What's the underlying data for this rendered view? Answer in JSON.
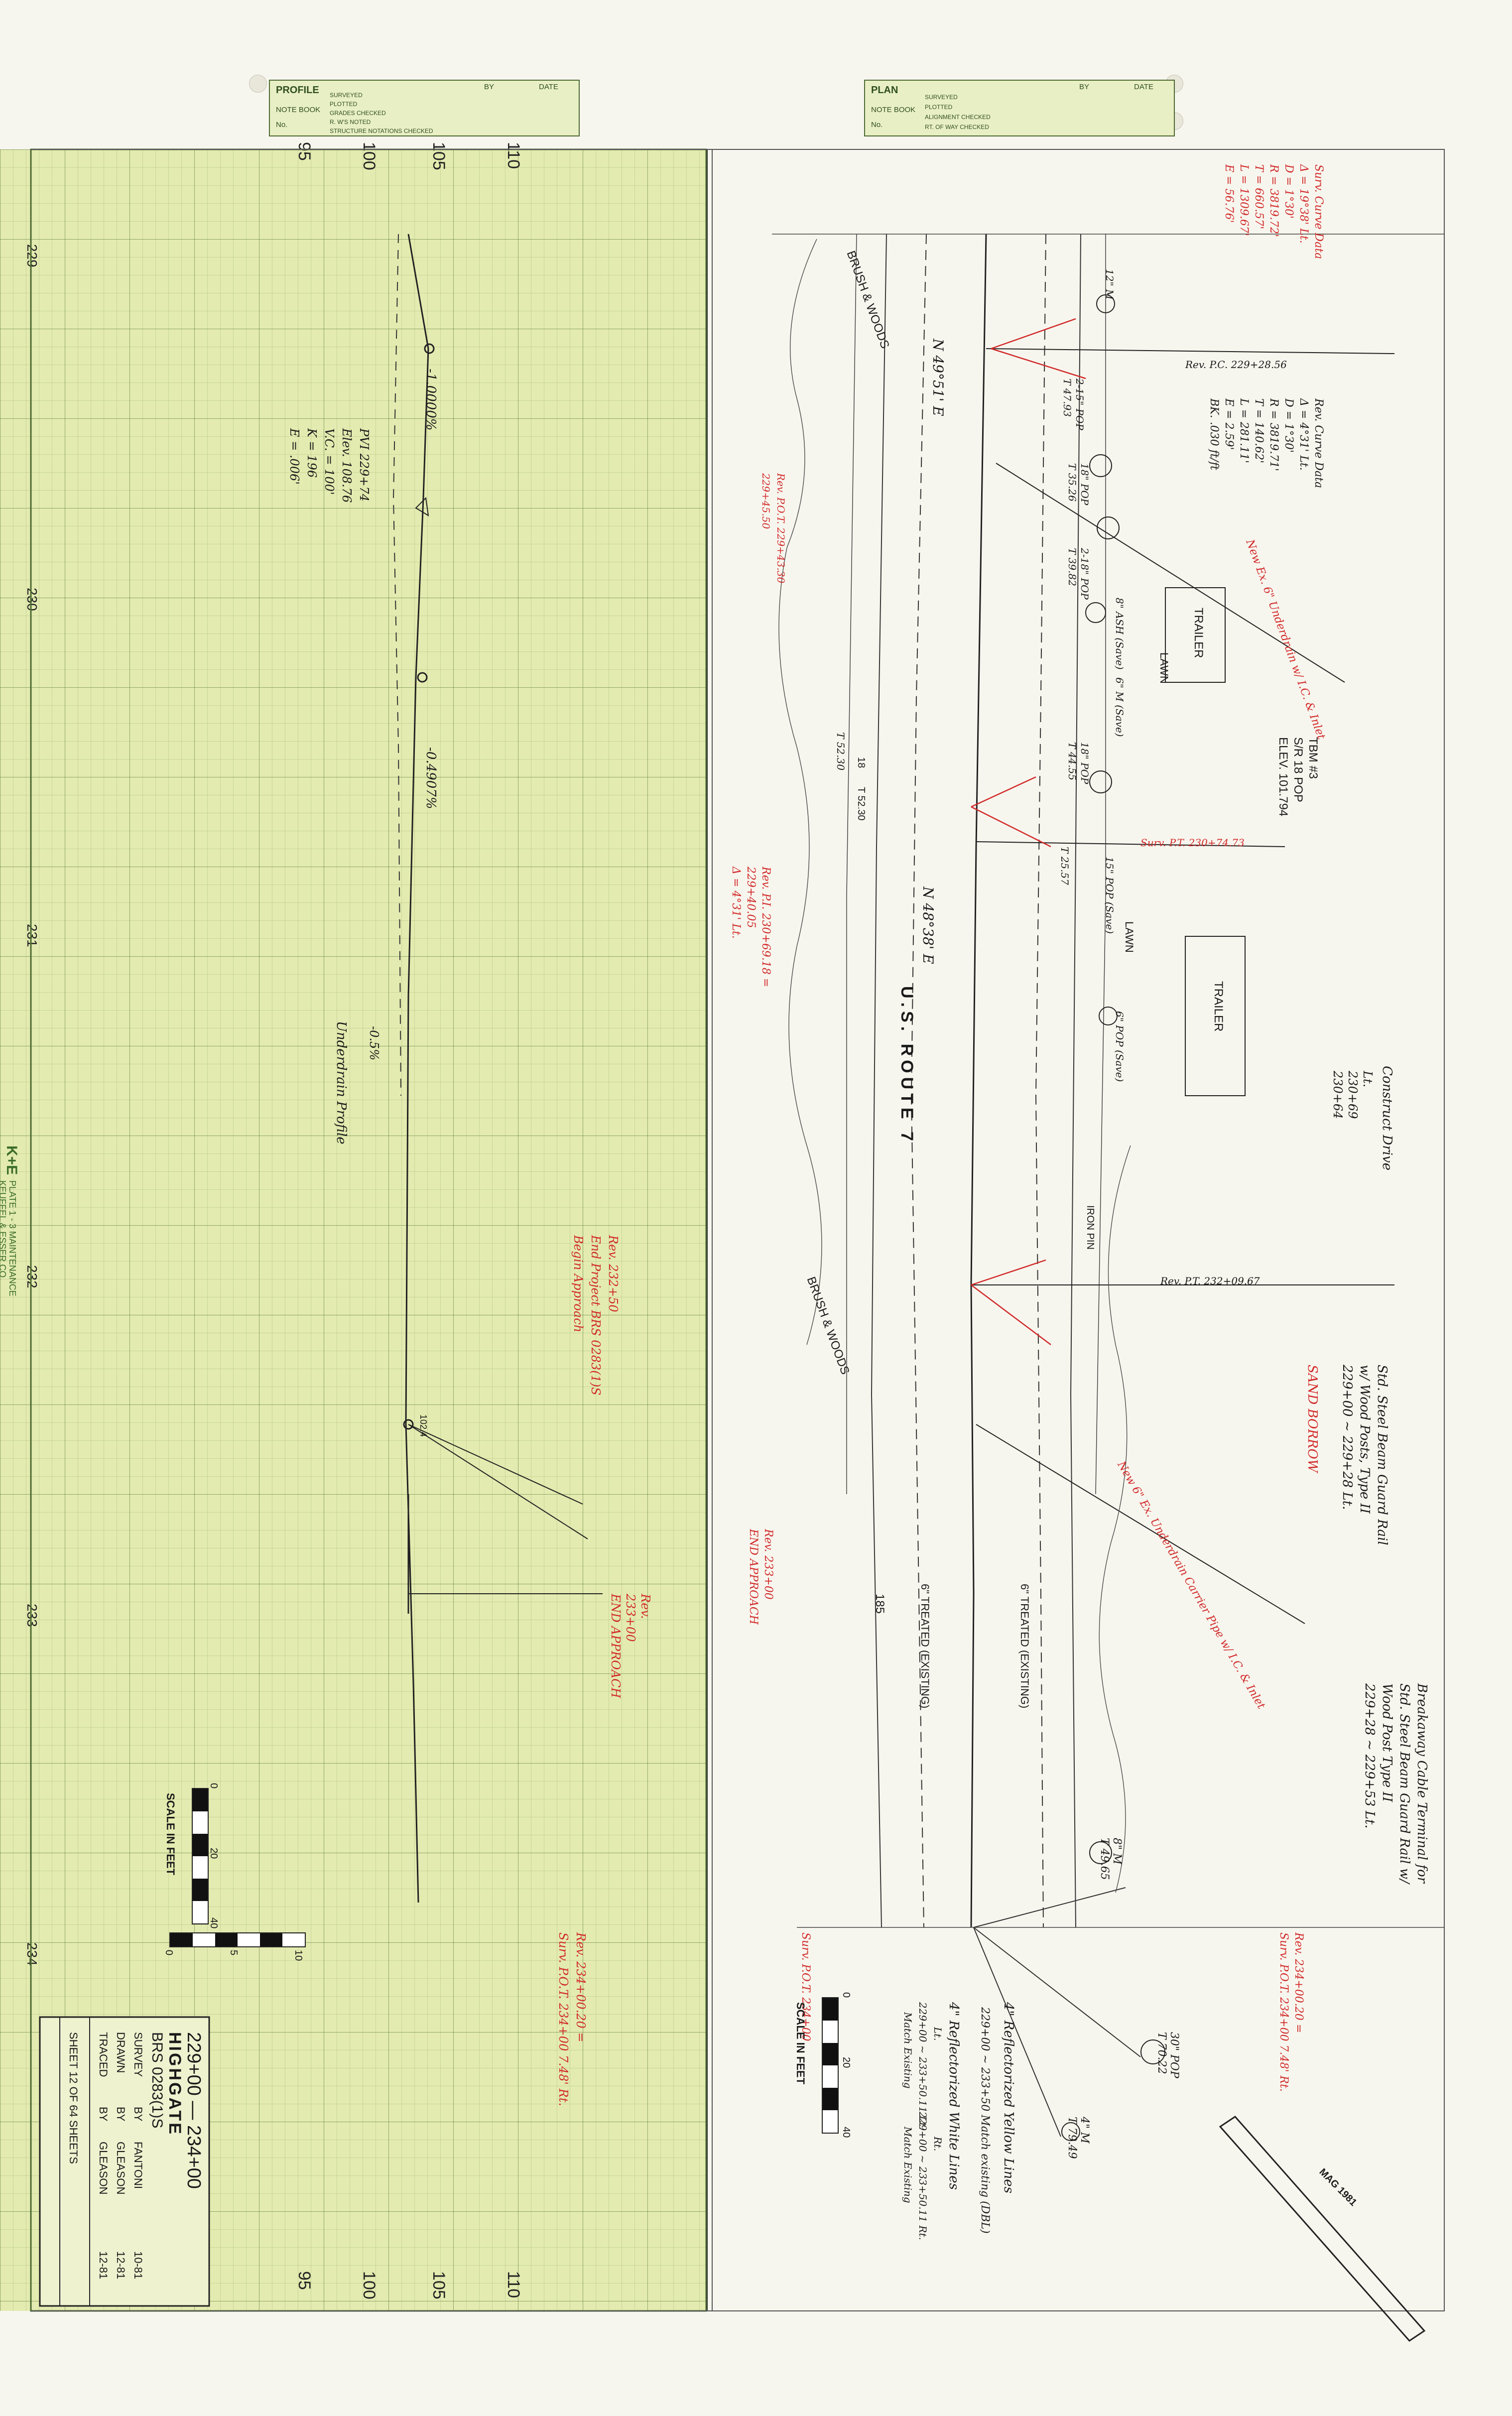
{
  "profile_block": {
    "title": "PROFILE",
    "col_by": "BY",
    "col_date": "DATE",
    "note_book": "NOTE BOOK",
    "no": "No.",
    "rows": [
      "SURVEYED",
      "PLOTTED",
      "GRADES CHECKED",
      "R. W'S NOTED",
      "STRUCTURE NOTATIONS CHECKED"
    ]
  },
  "plan_block": {
    "title": "PLAN",
    "col_by": "BY",
    "col_date": "DATE",
    "note_book": "NOTE BOOK",
    "no": "No.",
    "rows": [
      "SURVEYED",
      "PLOTTED",
      "ALIGNMENT CHECKED",
      "RT. OF WAY CHECKED"
    ]
  },
  "elevations_top": [
    "110",
    "105",
    "100",
    "95"
  ],
  "elevations_bottom": [
    "110",
    "105",
    "100",
    "95"
  ],
  "stations": [
    "229",
    "230",
    "231",
    "232",
    "233",
    "234"
  ],
  "profile_annotations": {
    "grade1": "-1.0000%",
    "grade2": "-0.4907%",
    "grade3": "-0.5%",
    "underdrain": "Underdrain Profile",
    "pvi": [
      "PVI 229+74",
      "Elev. 108.76",
      "V.C. = 100'",
      "K = 196",
      "E = .006'"
    ],
    "elev_point": "102.4",
    "begin_approach": [
      "Rev. 232+50",
      "End Project BRS 0283(1)S",
      "Begin Approach"
    ],
    "end_approach": [
      "Rev.",
      "233+00",
      "END APPROACH"
    ],
    "rev_234": [
      "Rev. 234+00.20 =",
      "Surv. P.O.T. 234+00 7.48' Rt."
    ]
  },
  "plan_annotations": {
    "surv_curve": [
      "Surv. Curve Data",
      "Δ = 19°38' Lt.",
      "D = 1°30'",
      "R = 3819.72'",
      "T = 660.57'",
      "L = 1309.67'",
      "E = 56.76'"
    ],
    "rev_curve": [
      "Rev. Curve Data",
      "Δ = 4°31' Lt.",
      "D = 1°30'",
      "R = 3819.71'",
      "T = 140.62'",
      "L = 281.11'",
      "E = 2.59'",
      "BK. .030 ft/ft"
    ],
    "rev_pc": "Rev. P.C. 229+28.56",
    "rev_pt": "Rev. P.T. 232+09.67",
    "surv_pt": "Surv. P.T. 230+74.73",
    "rev_pi": [
      "Rev. P.I. 230+69.18 =",
      "229+40.05",
      "Δ = 4°31' Lt."
    ],
    "rev_pot": [
      "Rev. P.O.T. 229+43.30",
      "229+45.50"
    ],
    "bearing1": "N 49°51' E",
    "bearing2": "N 48°38' E",
    "route": "U.S. ROUTE 7",
    "brush1": "BRUSH & WOODS",
    "brush2": "BRUSH & WOODS",
    "lawn1": "LAWN",
    "lawn2": "LAWN",
    "trailer1": "TRAILER",
    "trailer2": "TRAILER",
    "tbm": [
      "TBM #3",
      "S/R 18 POP",
      "ELEV. 101.794"
    ],
    "tree_labels": [
      "12\" M",
      "2-15\" POP",
      "T 47.93",
      "18\" POP",
      "T 35.26",
      "2-18\" POP",
      "T 39.82",
      "8\" ASH (Save)",
      "6\" M (Save)",
      "18\" POP",
      "T 44.55",
      "15\" POP (Save)",
      "T 25.57",
      "6\" POP (Save)",
      "8\" M",
      "T 49.65",
      "30\" POP",
      "T 70.22",
      "4\" M",
      "T 79.49",
      "T 52.30"
    ],
    "construct_drive": [
      "Construct Drive",
      "Lt.",
      "230+69",
      "230+64"
    ],
    "guard_rail": [
      "Std. Steel Beam Guard Rail",
      "w/ Wood Posts, Type II",
      "229+00 ~ 229+28 Lt."
    ],
    "cable_terminal": [
      "Breakaway Cable Terminal for",
      "Std. Steel Beam Guard Rail w/",
      "Wood Post Type II",
      "229+28 ~ 229+53 Lt."
    ],
    "sand_borrow": "SAND BORROW",
    "underdrain_new": "New Ex. 6\" Underdrain w/ I.C. & Inlet",
    "underdrain_carrier": "New 6\" Ex. Underdrain Carrier Pipe w/ I.C. & Inlet",
    "treated1": "6\" TREATED (EXISTING)",
    "treated2": "6\" TREATED (EXISTING)",
    "rev_233": [
      "Rev. 233+00",
      "END APPROACH"
    ],
    "rev_234": [
      "Rev. 234+00.20 =",
      "Surv. P.O.T. 234+00 7.48' Rt."
    ],
    "surv_pot": "Surv. P.O.T. 234+00",
    "iron_pin": "IRON PIN",
    "stake": "185",
    "stake2": "18",
    "stake2_label": "T 52.30",
    "lines": [
      "4\" Reflectorized Yellow Lines",
      "229+00 ~ 233+50 Match existing (DBL)",
      "4\" Reflectorized White Lines",
      "Lt.",
      "Rt.",
      "229+00 ~ 233+50.11 Lt.",
      "229+00 ~ 233+50.11 Rt.",
      "Match Existing",
      "Match Existing"
    ],
    "mag": "MAG 1981"
  },
  "scale_plan": {
    "label": "SCALE IN FEET",
    "ticks": [
      "0",
      "20",
      "40"
    ]
  },
  "scale_profile": {
    "label": "SCALE IN FEET",
    "ticks": [
      "0",
      "20",
      "40"
    ],
    "vticks": [
      "0",
      "5",
      "10"
    ]
  },
  "title_block": {
    "stations": "229+00 — 234+00",
    "town": "HIGHGATE",
    "project": "BRS 0283(1)S",
    "rows": [
      {
        "role": "SURVEY",
        "by": "BY",
        "name": "FANTONI",
        "date": "10-81"
      },
      {
        "role": "DRAWN",
        "by": "BY",
        "name": "GLEASON",
        "date": "12-81"
      },
      {
        "role": "TRACED",
        "by": "BY",
        "name": "GLEASON",
        "date": "12-81"
      }
    ],
    "sheet": "SHEET 12 OF 64 SHEETS"
  },
  "manufacturer": {
    "logo": "K+E",
    "line1": "PLATE 1 - 3 MAINTENANCE",
    "line2": "KEUFFEL & ESSER CO."
  }
}
